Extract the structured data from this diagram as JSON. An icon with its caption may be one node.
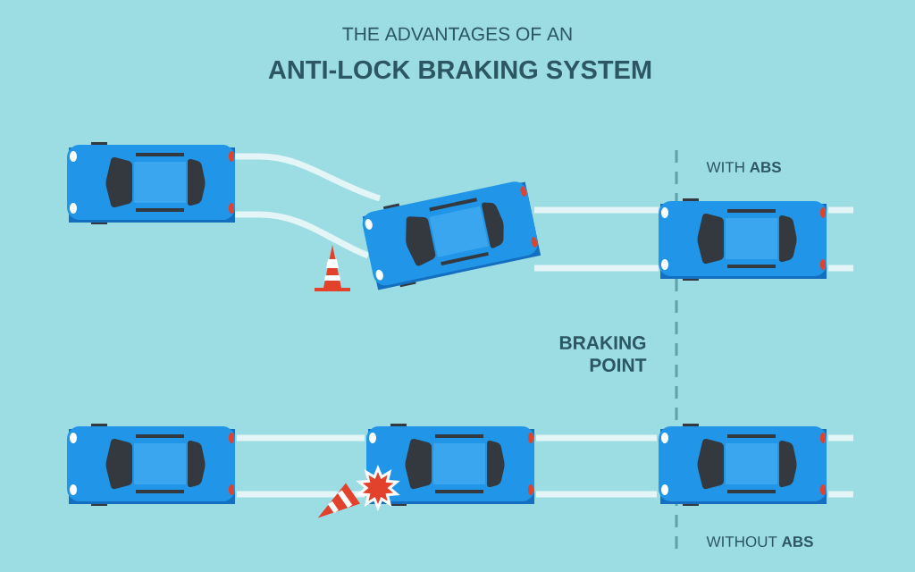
{
  "diagram": {
    "title": "ANTI-LOCK BRAKING SYSTEM",
    "labels": [
      "THE ADVANTAGES OF AN",
      "WITH **ABS**",
      "BRAKING POINT",
      "WITHOUT **ABS**"
    ]
  }
}
